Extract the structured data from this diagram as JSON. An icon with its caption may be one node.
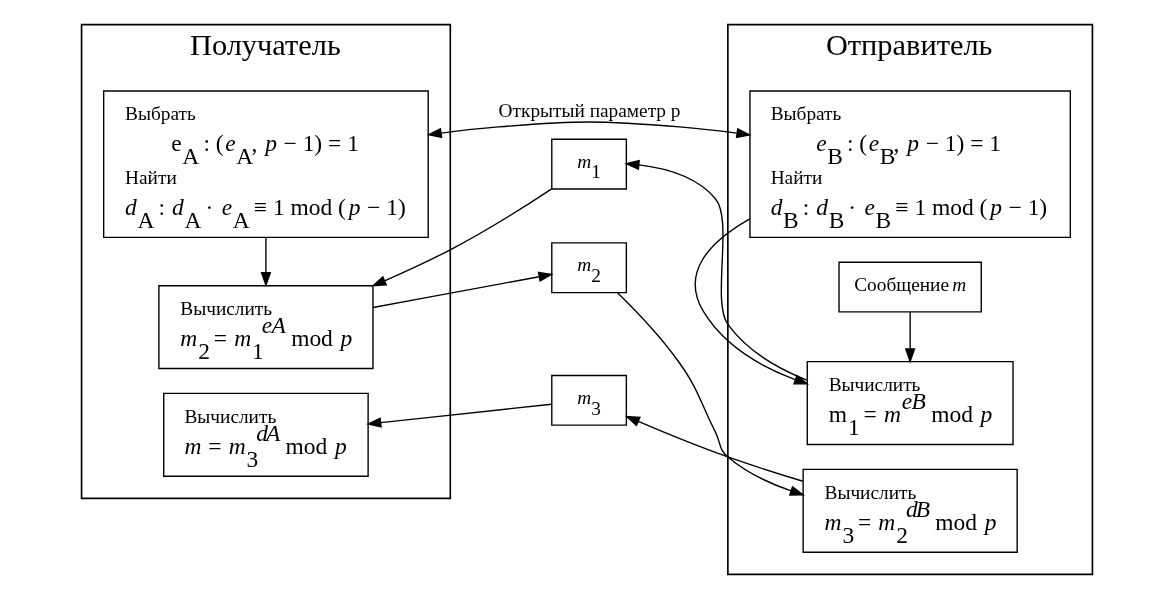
{
  "diagram": {
    "nodes": [
      {
        "text": [
          "Получатель"
        ]
      },
      {
        "text": [
          "Выбрать",
          "e$_{A}$ : (*e*$_{A}$, *p* − 1) = 1",
          "Найти",
          "*d*$_{A}$ : *d*$_{A}$ · *e*$_{A}$ ≡ 1 mod (*p* − 1)"
        ],
        "in": 0
      },
      {
        "text": [
          "Вычислить",
          "*m*$_{2}$ = *m*$_{1}$$^{eA}$ mod *p*"
        ],
        "in": 0
      },
      {
        "text": [
          "Вычислить",
          "*m* = *m*$_{3}$$^{dA}$ mod *p*"
        ],
        "in": 0
      },
      {
        "text": [
          "Отправитель"
        ]
      },
      {
        "text": [
          "Выбрать",
          "*e*$_{B}$ : (*e*$_{B}$, *p* − 1) = 1",
          "Найти",
          "*d*$_{B}$ : *d*$_{B}$ · *e*$_{B}$ ≡ 1 mod (*p* − 1)"
        ],
        "in": 4
      },
      {
        "text": [
          "Сообщение *m*"
        ],
        "in": 4
      },
      {
        "text": [
          "Вычислить",
          "m$_{1}$ = *m*$^{eB}$ mod *p*"
        ],
        "in": 4
      },
      {
        "text": [
          "Вычислить",
          "*m*$_{3}$ = *m*$_{2}$$^{dB}$ mod *p*"
        ],
        "in": 4
      },
      {
        "text": [
          "*m*$_{1}$"
        ]
      },
      {
        "text": [
          "*m*$_{2}$"
        ]
      },
      {
        "text": [
          "*m*$_{3}$"
        ]
      }
    ],
    "edges": [
      {
        "from": 1,
        "to": 5,
        "arrow": "both",
        "label": "Открытый параметр p"
      },
      {
        "from": 1,
        "to": 2,
        "arrow": "to"
      },
      {
        "from": 5,
        "to": 7,
        "arrow": "to"
      },
      {
        "from": 6,
        "to": 7,
        "arrow": "to"
      },
      {
        "from": 7,
        "to": 9,
        "arrow": "to"
      },
      {
        "from": 9,
        "to": 2,
        "arrow": "to"
      },
      {
        "from": 2,
        "to": 10,
        "arrow": "to"
      },
      {
        "from": 10,
        "to": 8,
        "arrow": "to"
      },
      {
        "from": 8,
        "to": 11,
        "arrow": "to"
      },
      {
        "from": 11,
        "to": 3,
        "arrow": "to"
      }
    ]
  }
}
